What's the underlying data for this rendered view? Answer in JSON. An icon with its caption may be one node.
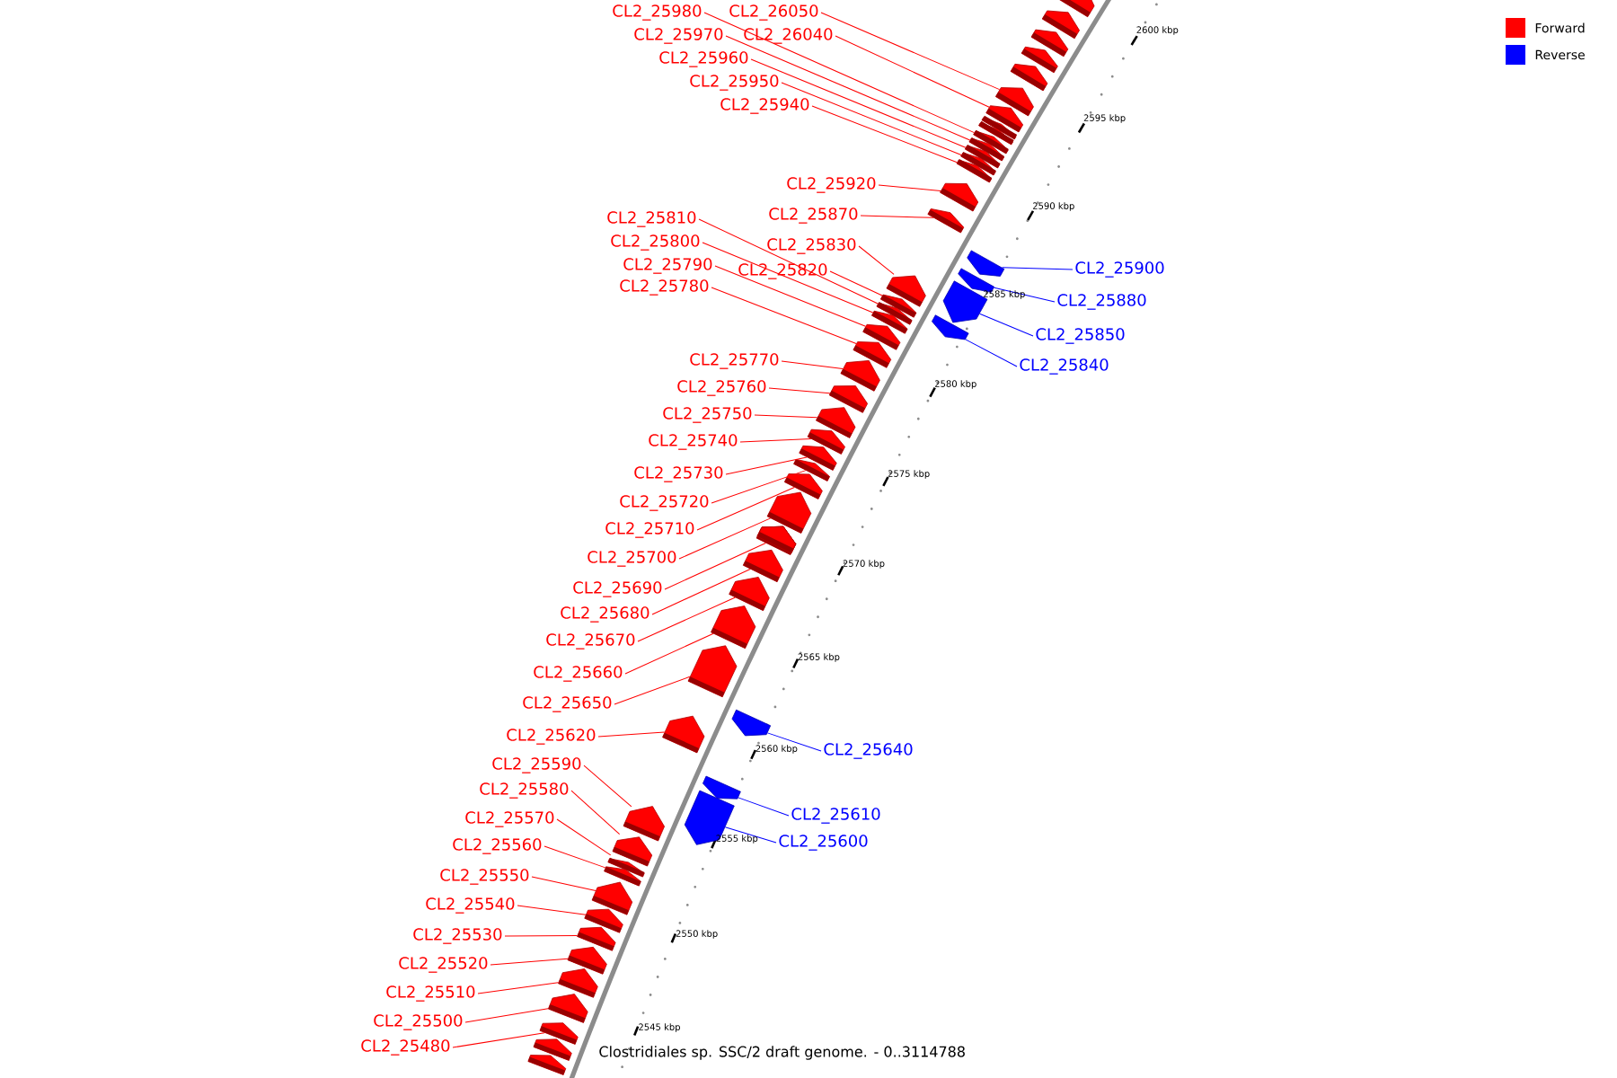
{
  "diagram": {
    "caption": "Clostridiales sp. SSC/2 draft genome. - 0..3114788",
    "nodes": [
      {
        "text": [
          "CL2_25980"
        ]
      },
      {
        "text": [
          "CL2_26050"
        ]
      },
      {
        "text": [
          "CL2_25970"
        ]
      },
      {
        "text": [
          "CL2_26040"
        ]
      },
      {
        "text": [
          "CL2_25960"
        ]
      },
      {
        "text": [
          "CL2_25950"
        ]
      },
      {
        "text": [
          "CL2_25940"
        ]
      },
      {
        "text": [
          "CL2_25920"
        ]
      },
      {
        "text": [
          "CL2_25870"
        ]
      },
      {
        "text": [
          "CL2_25810"
        ]
      },
      {
        "text": [
          "CL2_25800"
        ]
      },
      {
        "text": [
          "CL2_25830"
        ]
      },
      {
        "text": [
          "CL2_25790"
        ]
      },
      {
        "text": [
          "CL2_25900"
        ]
      },
      {
        "text": [
          "CL2_25820"
        ]
      },
      {
        "text": [
          "CL2_25780"
        ]
      },
      {
        "text": [
          "CL2_25880"
        ]
      },
      {
        "text": [
          "CL2_25850"
        ]
      },
      {
        "text": [
          "CL2_25770"
        ]
      },
      {
        "text": [
          "CL2_25840"
        ]
      },
      {
        "text": [
          "CL2_25760"
        ]
      },
      {
        "text": [
          "CL2_25750"
        ]
      },
      {
        "text": [
          "CL2_25740"
        ]
      },
      {
        "text": [
          "CL2_25730"
        ]
      },
      {
        "text": [
          "CL2_25720"
        ]
      },
      {
        "text": [
          "CL2_25710"
        ]
      },
      {
        "text": [
          "CL2_25700"
        ]
      },
      {
        "text": [
          "CL2_25690"
        ]
      },
      {
        "text": [
          "CL2_25680"
        ]
      },
      {
        "text": [
          "CL2_25670"
        ]
      },
      {
        "text": [
          "CL2_25660"
        ]
      },
      {
        "text": [
          "CL2_25650"
        ]
      },
      {
        "text": [
          "CL2_25640"
        ]
      },
      {
        "text": [
          "CL2_25620"
        ]
      },
      {
        "text": [
          "CL2_25610"
        ]
      },
      {
        "text": [
          "CL2_25590"
        ]
      },
      {
        "text": [
          "CL2_25580"
        ]
      },
      {
        "text": [
          "CL2_25600"
        ]
      },
      {
        "text": [
          "CL2_25570"
        ]
      },
      {
        "text": [
          "CL2_25560"
        ]
      },
      {
        "text": [
          "CL2_25550"
        ]
      },
      {
        "text": [
          "CL2_25540"
        ]
      },
      {
        "text": [
          "CL2_25530"
        ]
      },
      {
        "text": [
          "CL2_25520"
        ]
      },
      {
        "text": [
          "CL2_25510"
        ]
      },
      {
        "text": [
          "CL2_25500"
        ]
      },
      {
        "text": [
          "CL2_25480"
        ]
      },
      {
        "text": [],
        "shape": "arrow"
      },
      {
        "text": [],
        "shape": "arrow"
      },
      {
        "text": [],
        "shape": "arrow"
      },
      {
        "text": [],
        "shape": "arrow"
      },
      {
        "text": [],
        "shape": "arrow"
      },
      {
        "text": [],
        "shape": "arrow"
      },
      {
        "text": [],
        "shape": "arrow"
      },
      {
        "text": [],
        "shape": "arrow"
      },
      {
        "text": [],
        "shape": "arrow"
      },
      {
        "text": [],
        "shape": "arrow"
      },
      {
        "text": [],
        "shape": "arrow"
      },
      {
        "text": [],
        "shape": "arrow"
      },
      {
        "text": [],
        "shape": "arrow"
      },
      {
        "text": [],
        "shape": "arrow"
      },
      {
        "text": [],
        "shape": "arrow"
      },
      {
        "text": [],
        "shape": "arrow"
      },
      {
        "text": [],
        "shape": "arrow"
      },
      {
        "text": [],
        "shape": "arrow"
      },
      {
        "text": [],
        "shape": "arrow"
      },
      {
        "text": [],
        "shape": "arrow"
      },
      {
        "text": [],
        "shape": "arrow"
      },
      {
        "text": [],
        "shape": "arrow"
      },
      {
        "text": [],
        "shape": "arrow"
      },
      {
        "text": [],
        "shape": "arrow"
      },
      {
        "text": [],
        "shape": "arrow"
      },
      {
        "text": [],
        "shape": "arrow"
      },
      {
        "text": [],
        "shape": "arrow"
      },
      {
        "text": [],
        "shape": "arrow"
      },
      {
        "text": [],
        "shape": "arrow"
      },
      {
        "text": [],
        "shape": "arrow"
      },
      {
        "text": [],
        "shape": "arrow"
      },
      {
        "text": [],
        "shape": "arrow"
      },
      {
        "text": [],
        "shape": "arrow"
      },
      {
        "text": [],
        "shape": "arrow"
      },
      {
        "text": [],
        "shape": "arrow"
      },
      {
        "text": [],
        "shape": "arrow"
      },
      {
        "text": [],
        "shape": "arrow"
      },
      {
        "text": [],
        "shape": "arrow"
      },
      {
        "text": [],
        "shape": "arrow"
      },
      {
        "text": [],
        "shape": "arrow"
      },
      {
        "text": [],
        "shape": "arrow"
      },
      {
        "text": [],
        "shape": "arrow"
      },
      {
        "text": [],
        "shape": "arrow"
      },
      {
        "text": [],
        "shape": "arrow"
      },
      {
        "text": [],
        "shape": "arrow"
      },
      {
        "text": [],
        "shape": "arrow"
      },
      {
        "text": [],
        "shape": "arrow"
      },
      {
        "text": [],
        "shape": "arrow"
      },
      {
        "text": [],
        "shape": "arrow"
      },
      {
        "text": [],
        "shape": "arrow"
      },
      {
        "text": [],
        "shape": "arrow"
      },
      {
        "text": [],
        "shape": "arrow"
      },
      {
        "text": [],
        "shape": "arrow"
      },
      {
        "text": [],
        "shape": "arrow"
      },
      {
        "text": [],
        "shape": "arrow"
      },
      {
        "text": [],
        "shape": "arrow"
      },
      {
        "text": [],
        "shape": "arrow"
      },
      {
        "text": [],
        "shape": "arrow"
      },
      {
        "text": [],
        "shape": "arrow"
      },
      {
        "text": [],
        "shape": "arrow"
      }
    ],
    "edges": [
      {
        "from": 0,
        "to": 56,
        "arrow": "none"
      },
      {
        "from": 1,
        "to": 52,
        "arrow": "none"
      },
      {
        "from": 2,
        "to": 57,
        "arrow": "none"
      },
      {
        "from": 3,
        "to": 53,
        "arrow": "none"
      },
      {
        "from": 4,
        "to": 58,
        "arrow": "none"
      },
      {
        "from": 5,
        "to": 59,
        "arrow": "none"
      },
      {
        "from": 6,
        "to": 60,
        "arrow": "none"
      },
      {
        "from": 7,
        "to": 61,
        "arrow": "none"
      },
      {
        "from": 8,
        "to": 62,
        "arrow": "none"
      },
      {
        "from": 9,
        "to": 69,
        "arrow": "none"
      },
      {
        "from": 10,
        "to": 70,
        "arrow": "none"
      },
      {
        "from": 11,
        "to": 66,
        "arrow": "none"
      },
      {
        "from": 12,
        "to": 71,
        "arrow": "none"
      },
      {
        "from": 13,
        "to": 63,
        "arrow": "none",
        "color": "#0000ff"
      },
      {
        "from": 14,
        "to": 68,
        "arrow": "none"
      },
      {
        "from": 15,
        "to": 72,
        "arrow": "none"
      },
      {
        "from": 16,
        "to": 64,
        "arrow": "none",
        "color": "#0000ff"
      },
      {
        "from": 17,
        "to": 65,
        "arrow": "none",
        "color": "#0000ff"
      },
      {
        "from": 18,
        "to": 73,
        "arrow": "none"
      },
      {
        "from": 19,
        "to": 67,
        "arrow": "none",
        "color": "#0000ff"
      },
      {
        "from": 20,
        "to": 74,
        "arrow": "none"
      },
      {
        "from": 21,
        "to": 75,
        "arrow": "none"
      },
      {
        "from": 22,
        "to": 76,
        "arrow": "none"
      },
      {
        "from": 23,
        "to": 77,
        "arrow": "none"
      },
      {
        "from": 24,
        "to": 78,
        "arrow": "none"
      },
      {
        "from": 25,
        "to": 79,
        "arrow": "none"
      },
      {
        "from": 26,
        "to": 80,
        "arrow": "none"
      },
      {
        "from": 27,
        "to": 81,
        "arrow": "none"
      },
      {
        "from": 28,
        "to": 82,
        "arrow": "none"
      },
      {
        "from": 29,
        "to": 83,
        "arrow": "none"
      },
      {
        "from": 30,
        "to": 84,
        "arrow": "none"
      },
      {
        "from": 31,
        "to": 85,
        "arrow": "none"
      },
      {
        "from": 32,
        "to": 86,
        "arrow": "none",
        "color": "#0000ff"
      },
      {
        "from": 33,
        "to": 87,
        "arrow": "none"
      },
      {
        "from": 34,
        "to": 88,
        "arrow": "none",
        "color": "#0000ff"
      },
      {
        "from": 35,
        "to": 90,
        "arrow": "none"
      },
      {
        "from": 36,
        "to": 91,
        "arrow": "none"
      },
      {
        "from": 37,
        "to": 89,
        "arrow": "none",
        "color": "#0000ff"
      },
      {
        "from": 38,
        "to": 92,
        "arrow": "none"
      },
      {
        "from": 39,
        "to": 93,
        "arrow": "none"
      },
      {
        "from": 40,
        "to": 94,
        "arrow": "none"
      },
      {
        "from": 41,
        "to": 95,
        "arrow": "none"
      },
      {
        "from": 42,
        "to": 96,
        "arrow": "none"
      },
      {
        "from": 43,
        "to": 97,
        "arrow": "none"
      },
      {
        "from": 44,
        "to": 98,
        "arrow": "none"
      },
      {
        "from": 45,
        "to": 99,
        "arrow": "none"
      },
      {
        "from": 46,
        "to": 100,
        "arrow": "none"
      }
    ],
    "labels": [
      "2600 kbp",
      "2595 kbp",
      "2590 kbp",
      "2585 kbp",
      "2580 kbp",
      "2575 kbp",
      "2570 kbp",
      "2565 kbp",
      "2560 kbp",
      "2555 kbp",
      "2550 kbp",
      "2545 kbp"
    ],
    "legend": [
      {
        "text": "Forward",
        "color": "#ff0000"
      },
      {
        "text": "Reverse",
        "color": "#0000ff"
      }
    ]
  }
}
